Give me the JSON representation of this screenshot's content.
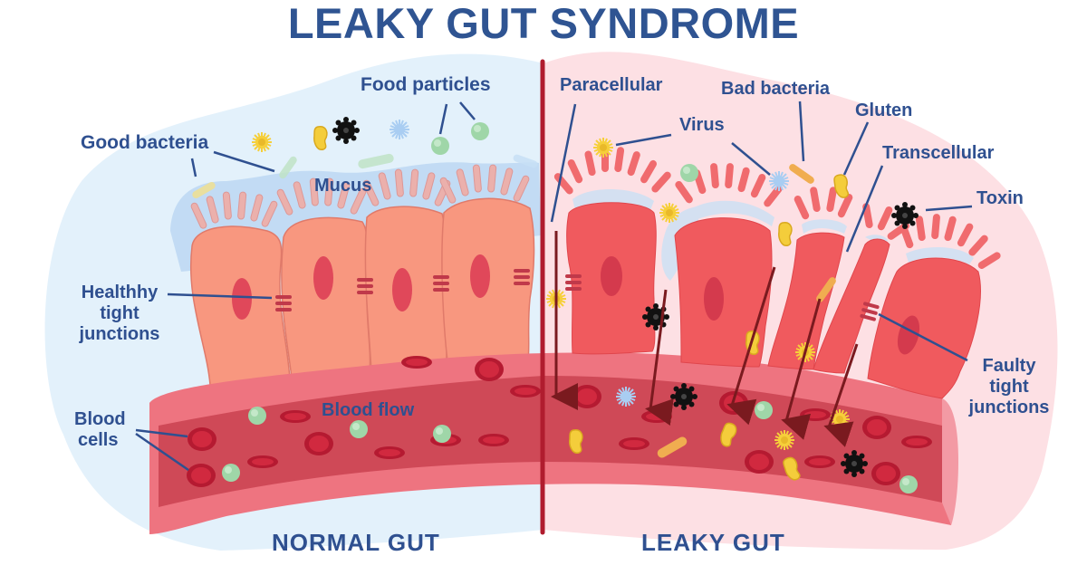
{
  "title": "LEAKY GUT SYNDROME",
  "sections": {
    "normal": "NORMAL  GUT",
    "leaky": "LEAKY  GUT"
  },
  "labels": {
    "food_particles": "Food particles",
    "good_bacteria": "Good bacteria",
    "mucus": "Mucus",
    "healthy_tight_junctions": [
      "Healthhy",
      "tight",
      "junctions"
    ],
    "blood_cells": [
      "Blood",
      "cells"
    ],
    "blood_flow": "Blood flow",
    "paracellular": "Paracellular",
    "virus": "Virus",
    "bad_bacteria": "Bad bacteria",
    "gluten": "Gluten",
    "transcellular": "Transcellular",
    "toxin": "Toxin",
    "faulty_tight_junctions": [
      "Faulty",
      "tight",
      "junctions"
    ]
  },
  "colors": {
    "title_blue": "#2f5492",
    "label_blue": "#2f5090",
    "normal_bg": "#e3f1fb",
    "leaky_bg": "#fde0e4",
    "divider": "#b01c2e",
    "normal_cell": "#f8977f",
    "leaky_cell": "#f05a5e",
    "vessel_outer": "#ee7480",
    "vessel_inner": "#cf4957",
    "rbc": "#c21f35",
    "food_particle": "#9fd6a8",
    "virus_yellow": "#f6cf3a",
    "toxin_black": "#111111",
    "gluten_yellow": "#f4cd3b",
    "arrow": "#7a1a1f"
  }
}
